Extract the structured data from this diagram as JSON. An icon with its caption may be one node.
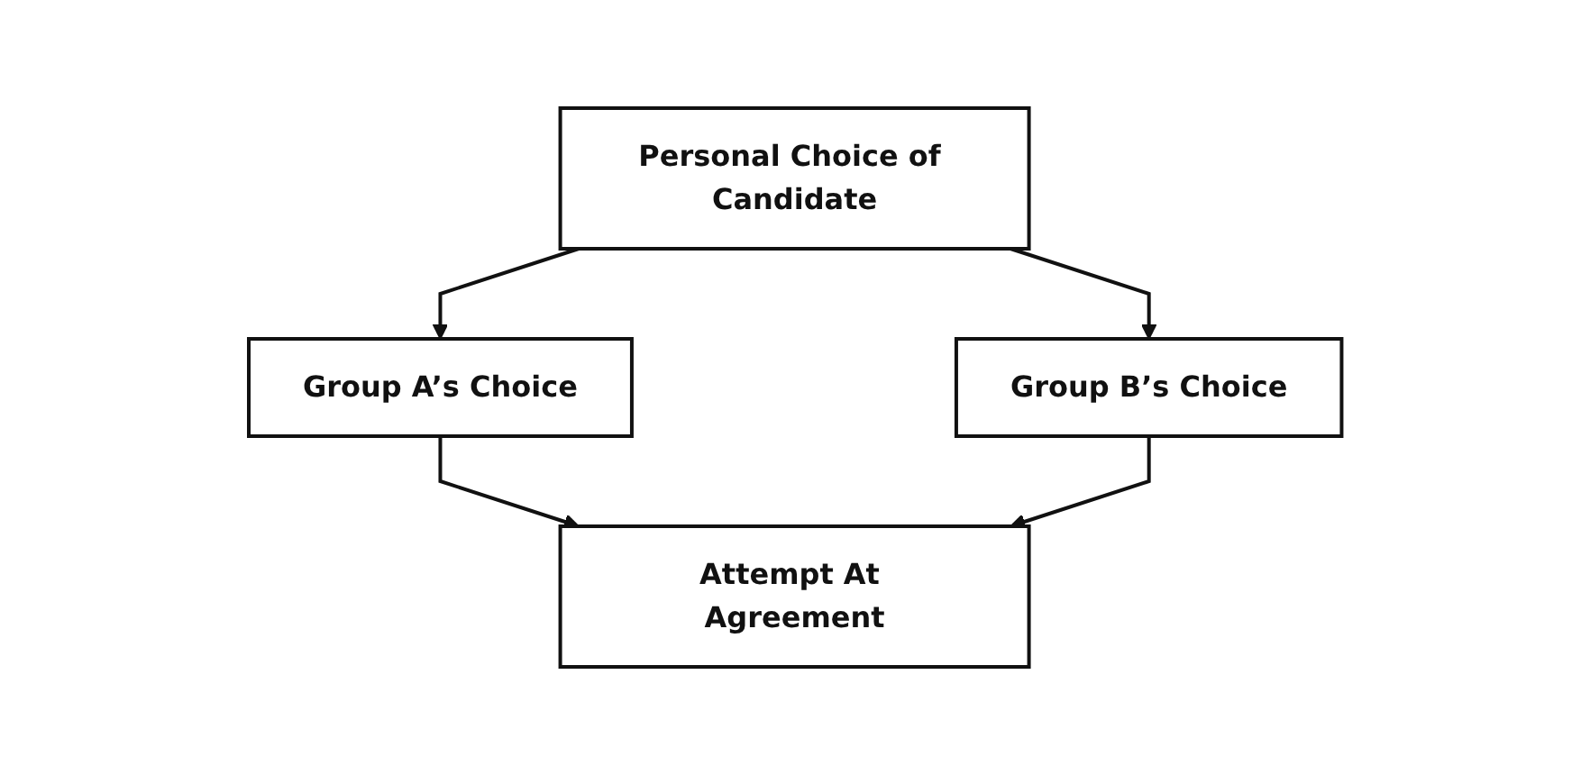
{
  "diagram": {
    "nodes": [
      {
        "text": [
          "Personal Choice of Candidate"
        ]
      },
      {
        "text": [
          "Group A’s Choice"
        ]
      },
      {
        "text": [
          "Group B’s Choice"
        ]
      },
      {
        "text": [
          "Attempt At Agreement"
        ]
      }
    ],
    "edges": [
      {
        "from": 0,
        "to": 1,
        "arrow": "to"
      },
      {
        "from": 0,
        "to": 2,
        "arrow": "to"
      },
      {
        "from": 1,
        "to": 3,
        "arrow": "to"
      },
      {
        "from": 2,
        "to": 3,
        "arrow": "to"
      }
    ]
  }
}
